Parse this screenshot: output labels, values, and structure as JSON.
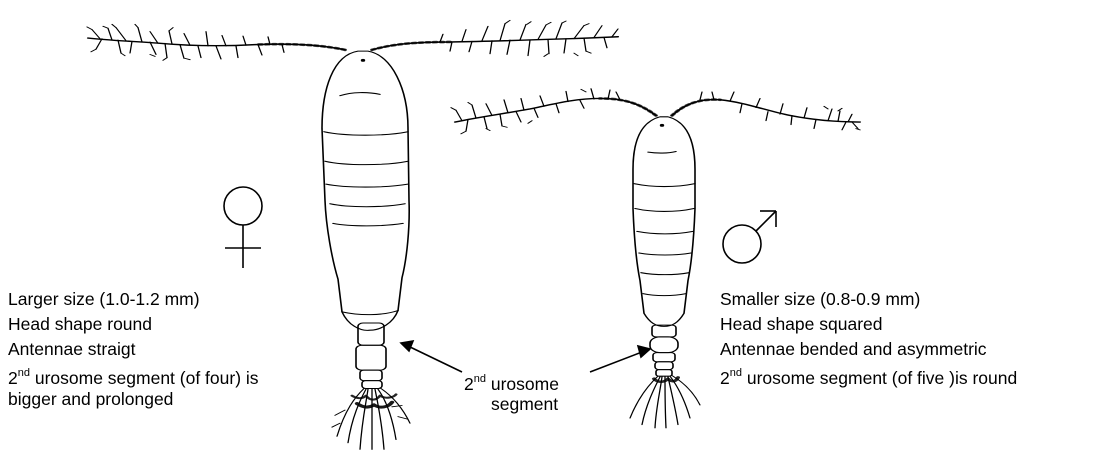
{
  "female": {
    "symbol_icon": "female-symbol-icon",
    "traits": [
      "Larger size (1.0-1.2 mm)",
      "Head shape round",
      "Antennae straigt"
    ],
    "urosome": {
      "ordinal_num": "2",
      "ordinal_suffix": "nd",
      "line1_rest": " urosome segment (of four) is",
      "line2": "bigger and prolonged"
    }
  },
  "male": {
    "symbol_icon": "male-symbol-icon",
    "traits": [
      "Smaller size (0.8-0.9 mm)",
      "Head shape squared",
      "Antennae bended and asymmetric"
    ],
    "urosome": {
      "ordinal_num": "2",
      "ordinal_suffix": "nd",
      "line1_rest": " urosome segment (of five )is round"
    }
  },
  "callout": {
    "ordinal_num": "2",
    "ordinal_suffix": "nd",
    "line1_rest": " urosome",
    "line2": "segment"
  },
  "colors": {
    "ink": "#000000",
    "background": "#ffffff"
  }
}
